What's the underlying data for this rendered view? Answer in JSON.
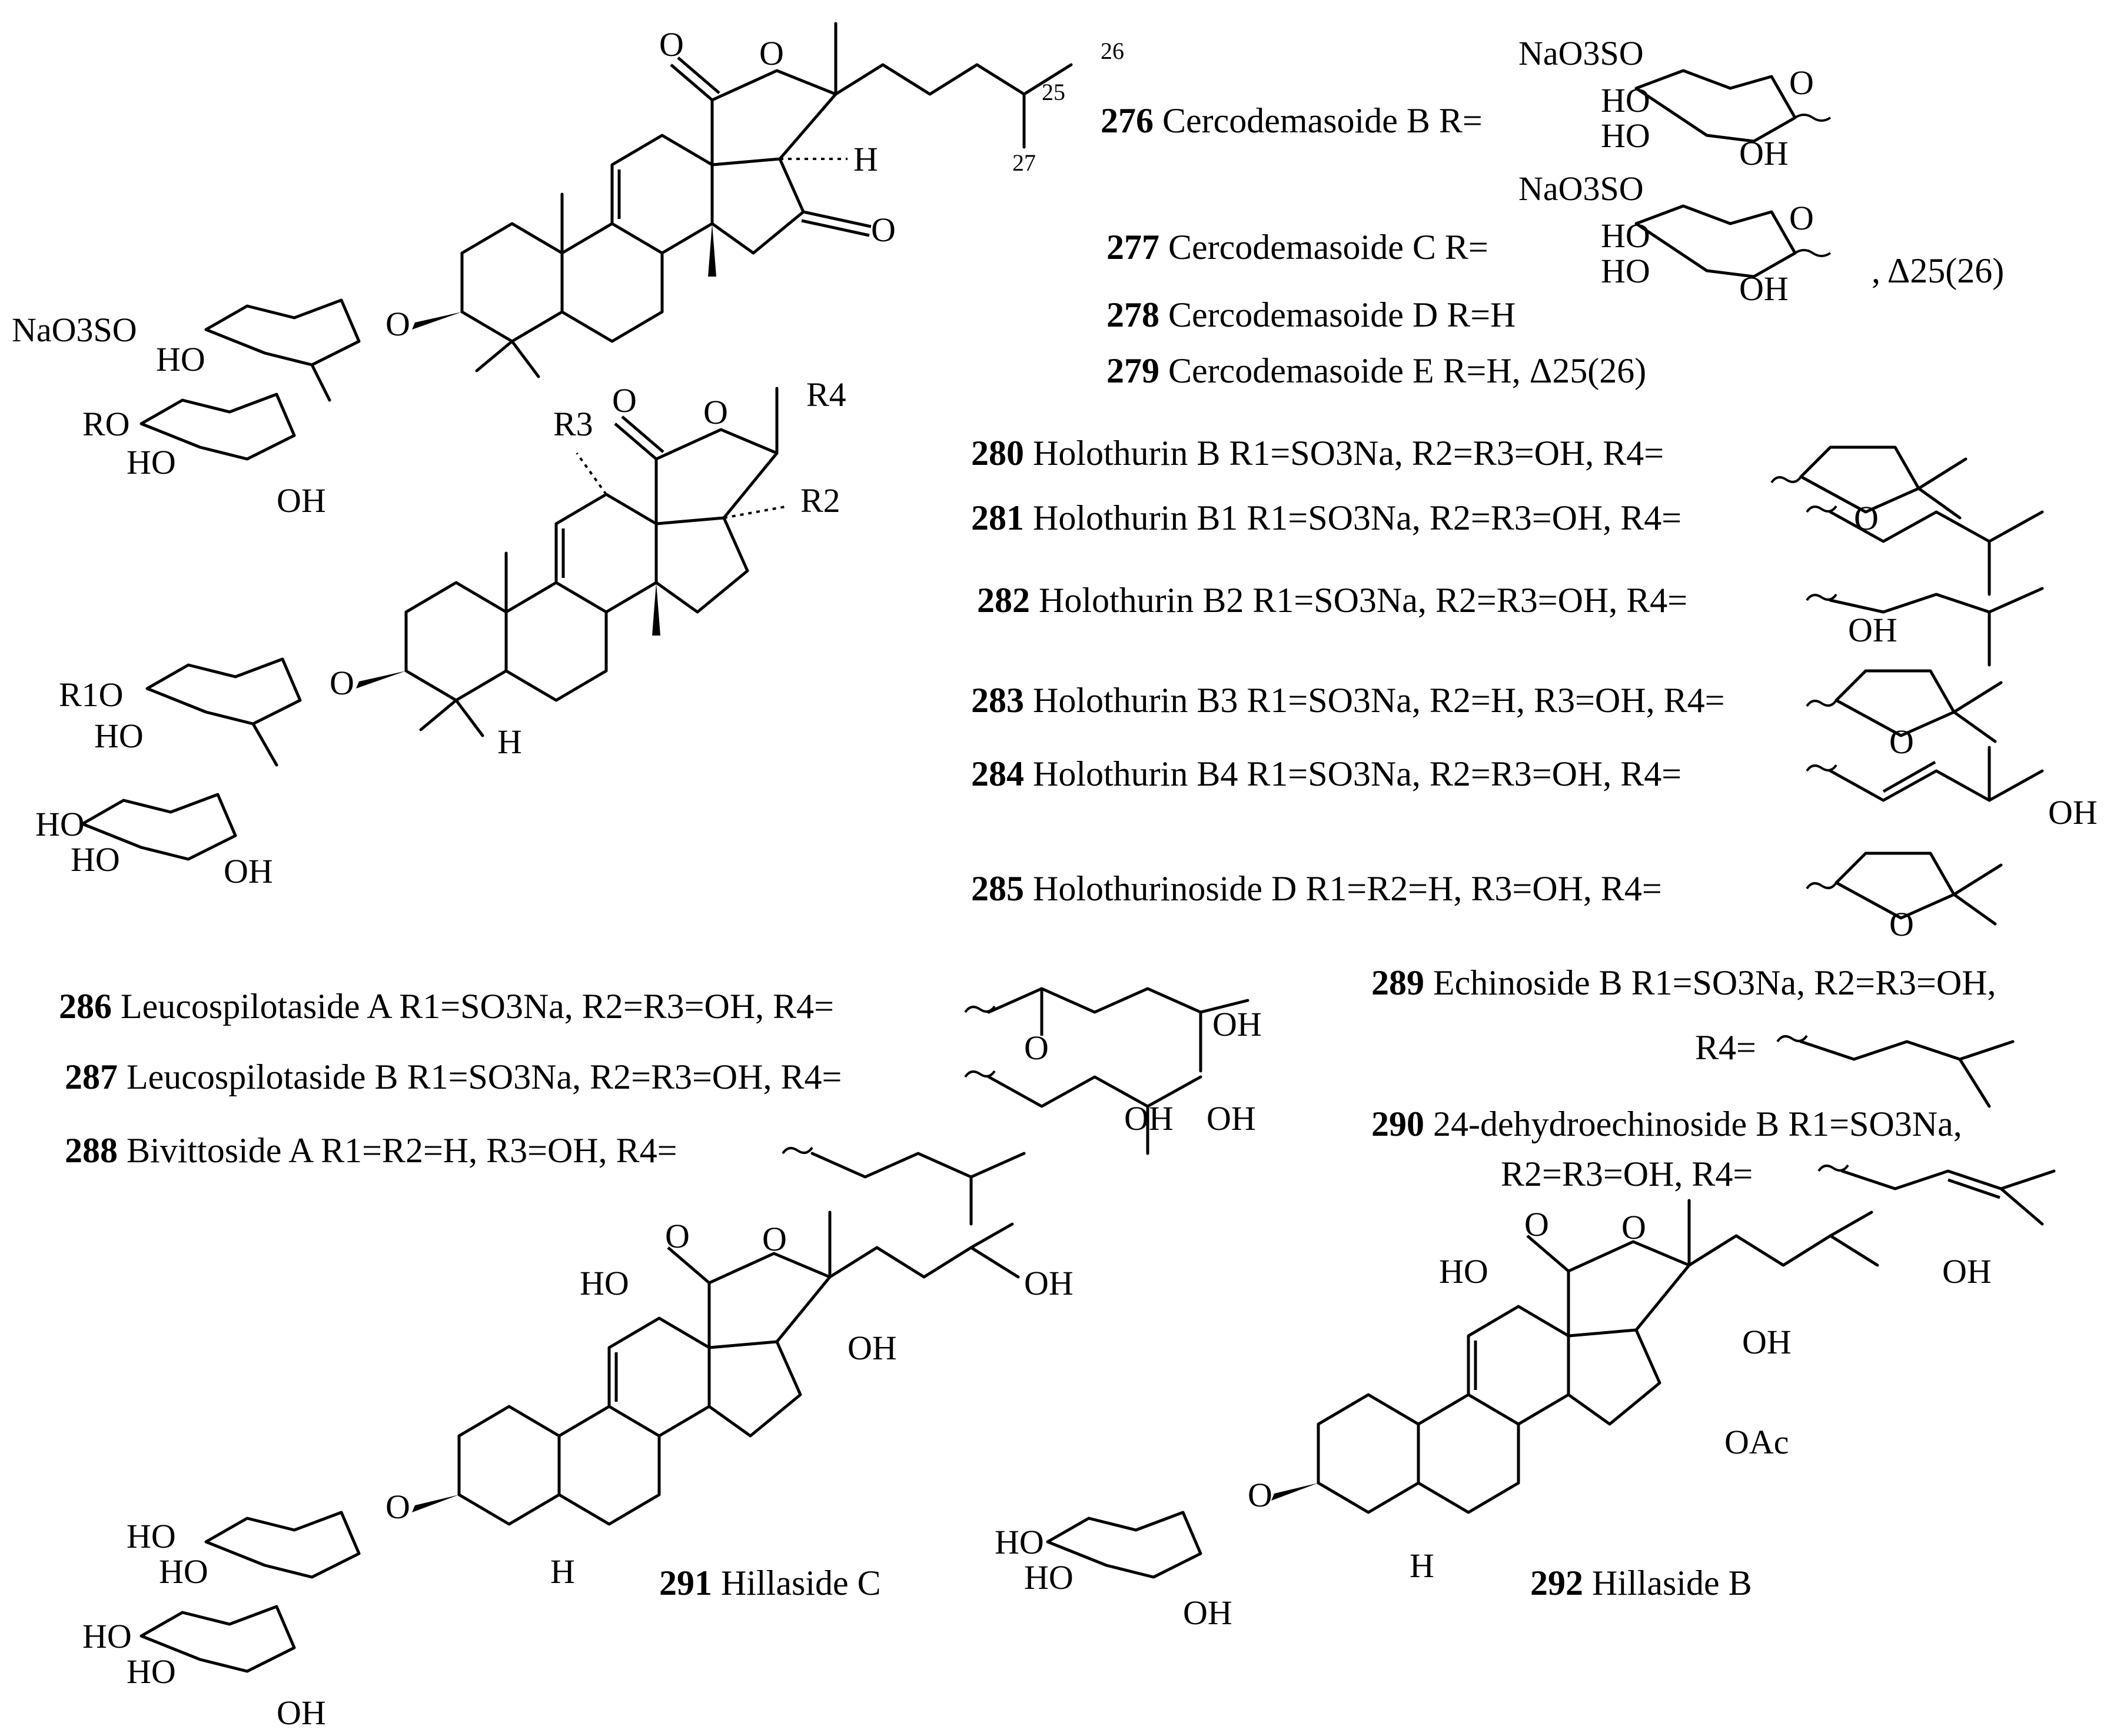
{
  "labels": {
    "l276": {
      "num": "276",
      "name": "Cercodemasoide B",
      "r": "R="
    },
    "l277": {
      "num": "277",
      "name": "Cercodemasoide C",
      "r": "R=",
      "tail": ", Δ25(26)"
    },
    "l278": {
      "num": "278",
      "name": "Cercodemasoide D",
      "r": "R=H"
    },
    "l279": {
      "num": "279",
      "name": "Cercodemasoide E",
      "r": "R=H, Δ25(26)"
    },
    "l280": {
      "num": "280",
      "name": "Holothurin B",
      "r": "R1=SO3Na, R2=R3=OH, R4="
    },
    "l281": {
      "num": "281",
      "name": "Holothurin B1",
      "r": "R1=SO3Na, R2=R3=OH, R4="
    },
    "l282": {
      "num": "282",
      "name": "Holothurin B2",
      "r": "R1=SO3Na, R2=R3=OH, R4="
    },
    "l283": {
      "num": "283",
      "name": "Holothurin B3",
      "r": "R1=SO3Na, R2=H, R3=OH, R4="
    },
    "l284": {
      "num": "284",
      "name": "Holothurin B4",
      "r": "R1=SO3Na, R2=R3=OH, R4="
    },
    "l285": {
      "num": "285",
      "name": "Holothurinoside D",
      "r": "R1=R2=H, R3=OH, R4="
    },
    "l286": {
      "num": "286",
      "name": "Leucospilotaside A",
      "r": "R1=SO3Na, R2=R3=OH, R4="
    },
    "l287": {
      "num": "287",
      "name": "Leucospilotaside B",
      "r": "R1=SO3Na, R2=R3=OH, R4="
    },
    "l288": {
      "num": "288",
      "name": "Bivittoside A",
      "r": "R1=R2=H, R3=OH, R4="
    },
    "l289": {
      "num": "289",
      "name": "Echinoside B",
      "r": "R1=SO3Na, R2=R3=OH,",
      "r4": "R4="
    },
    "l290": {
      "num": "290",
      "name": "24-dehydroechinoside B",
      "r": "R1=SO3Na,",
      "r2": "R2=R3=OH, R4="
    },
    "l291": {
      "num": "291",
      "name": "Hillaside C"
    },
    "l292": {
      "num": "292",
      "name": "Hillaside B"
    }
  },
  "atoms": {
    "o": "O",
    "h": "H",
    "oh": "OH",
    "ho": "HO",
    "oac": "OAc",
    "naso": "NaO3SO",
    "ro": "RO",
    "r1o": "R1O",
    "r2": "R2",
    "r3": "R3",
    "r4": "R4",
    "c25": "25",
    "c26": "26",
    "c27": "27"
  }
}
